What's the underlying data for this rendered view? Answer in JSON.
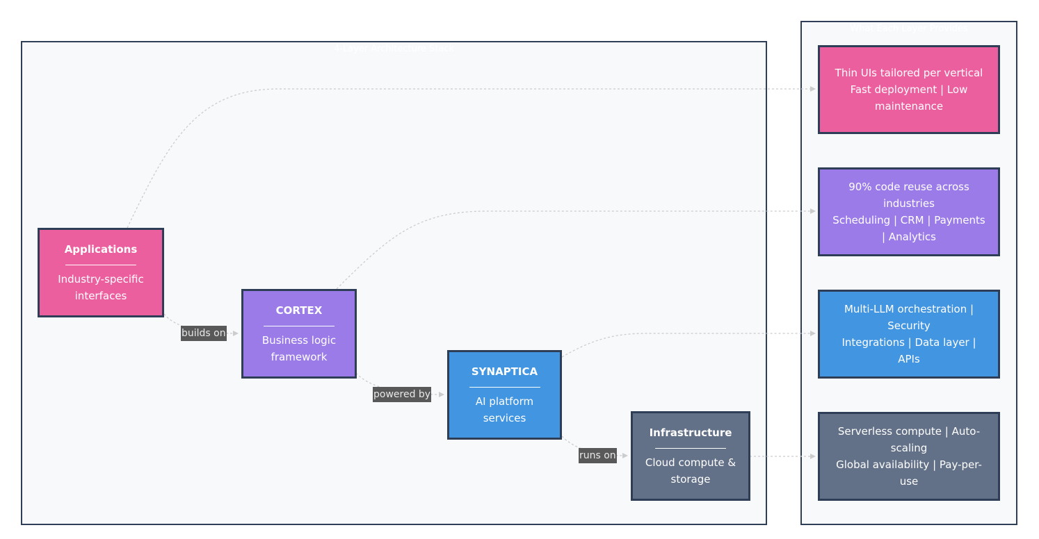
{
  "colors": {
    "applications": "#ec5f9f",
    "cortex": "#9b7be8",
    "synaptica": "#4295e0",
    "infrastructure": "#627088",
    "border": "#2f3e57",
    "edge": "#cccccc",
    "edge_label_bg": "#595959"
  },
  "clusters": {
    "stack": {
      "title": "4-Layer Architecture Stack"
    },
    "provides": {
      "title": "What Each Layer Provides"
    }
  },
  "nodes": {
    "applications": {
      "title": "Applications",
      "desc": "Industry-specific interfaces"
    },
    "cortex": {
      "title": "CORTEX",
      "desc": "Business logic framework"
    },
    "synaptica": {
      "title": "SYNAPTICA",
      "desc": "AI platform services"
    },
    "infrastructure": {
      "title": "Infrastructure",
      "desc": "Cloud compute & storage"
    }
  },
  "info": {
    "applications": {
      "line1": "Thin UIs tailored per vertical",
      "line2": "Fast deployment | Low maintenance"
    },
    "cortex": {
      "line1": "90% code reuse across industries",
      "line2": "Scheduling | CRM | Payments | Analytics"
    },
    "synaptica": {
      "line1": "Multi-LLM orchestration | Security",
      "line2": "Integrations | Data layer | APIs"
    },
    "infrastructure": {
      "line1": "Serverless compute | Auto-scaling",
      "line2": "Global availability | Pay-per-use"
    }
  },
  "edges": {
    "builds_on": "builds on",
    "powered_by": "powered by",
    "runs_on": "runs on"
  }
}
